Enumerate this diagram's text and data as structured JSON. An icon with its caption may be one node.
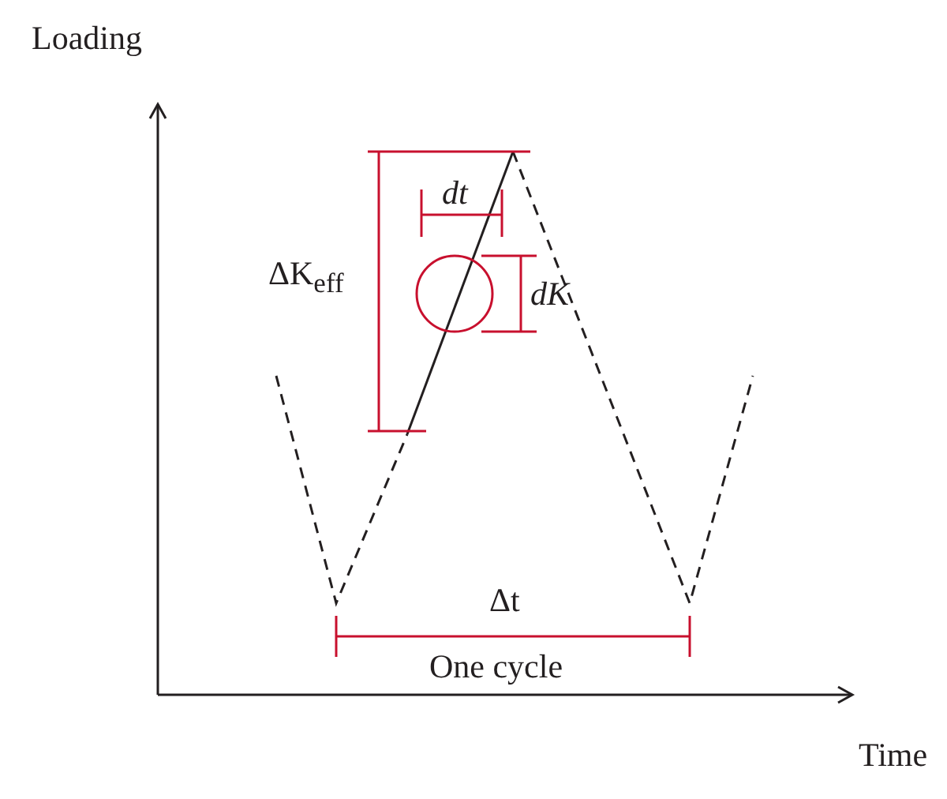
{
  "diagram": {
    "labels": [
      "Loading",
      "ΔK$_{eff}$",
      "dt",
      "dK",
      "Δt",
      "One cycle",
      "Time"
    ]
  }
}
